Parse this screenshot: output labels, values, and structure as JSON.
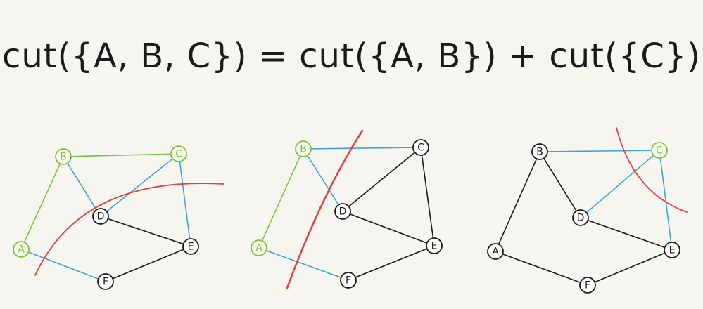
{
  "equation": "cut({A, B, C}) = cut({A, B}) + cut({C})",
  "colors": {
    "background": "#f7f5ef",
    "selected": "#7cc242",
    "cut_edge": "#3ea4d8",
    "edge": "#1a1a1a",
    "cut_line": "#e0453f"
  },
  "nodes": {
    "A": "A",
    "B": "B",
    "C": "C",
    "D": "D",
    "E": "E",
    "F": "F"
  },
  "graphs": [
    {
      "selected_set": [
        "A",
        "B",
        "C"
      ],
      "cut_edges": [
        [
          "A",
          "F"
        ],
        [
          "B",
          "D"
        ],
        [
          "C",
          "D"
        ],
        [
          "C",
          "E"
        ]
      ]
    },
    {
      "selected_set": [
        "A",
        "B"
      ],
      "cut_edges": [
        [
          "A",
          "F"
        ],
        [
          "B",
          "C"
        ],
        [
          "B",
          "D"
        ]
      ]
    },
    {
      "selected_set": [
        "C"
      ],
      "cut_edges": [
        [
          "B",
          "C"
        ],
        [
          "C",
          "D"
        ],
        [
          "C",
          "E"
        ]
      ]
    }
  ]
}
